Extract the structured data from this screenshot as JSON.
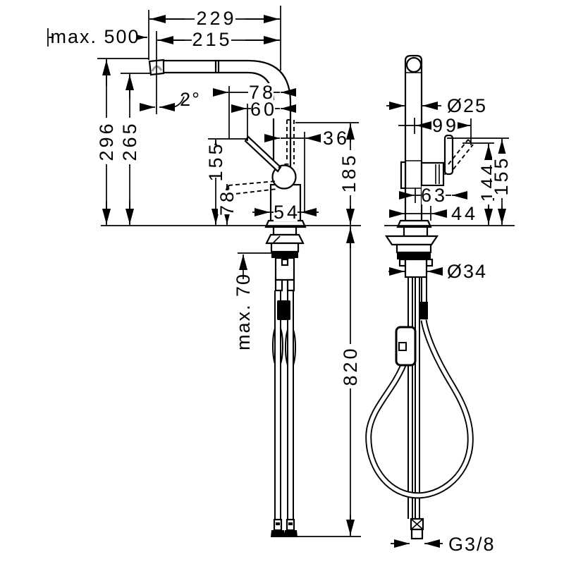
{
  "drawing": {
    "type": "faucet-installation-dimension-drawing",
    "background_color": "#ffffff",
    "line_color": "#000000",
    "aerator_gray": "#9a9a9a",
    "views": {
      "left": "front-profile-view",
      "right": "side-view"
    },
    "dims": {
      "spout_reach_total": "229",
      "spout_reach": "215",
      "hose_pullout": "max. 500",
      "spout_angle": "2°",
      "height_to_top": "296",
      "height_to_spout": "265",
      "handle_tip_height": "155",
      "handle_down_height": "78",
      "offset_78": "78",
      "offset_60": "60",
      "offset_36": "36",
      "body_width": "54",
      "handle_max_height": "185",
      "counter_thickness": "max. 70",
      "hose_length": "820",
      "spout_diameter": "Ø25",
      "handle_reach": "99",
      "side_handle_tilted_height": "144",
      "side_handle_height": "155",
      "side_offset_63": "63",
      "side_offset_44": "44",
      "shank_diameter": "Ø34",
      "connection_thread": "G3/8"
    }
  }
}
